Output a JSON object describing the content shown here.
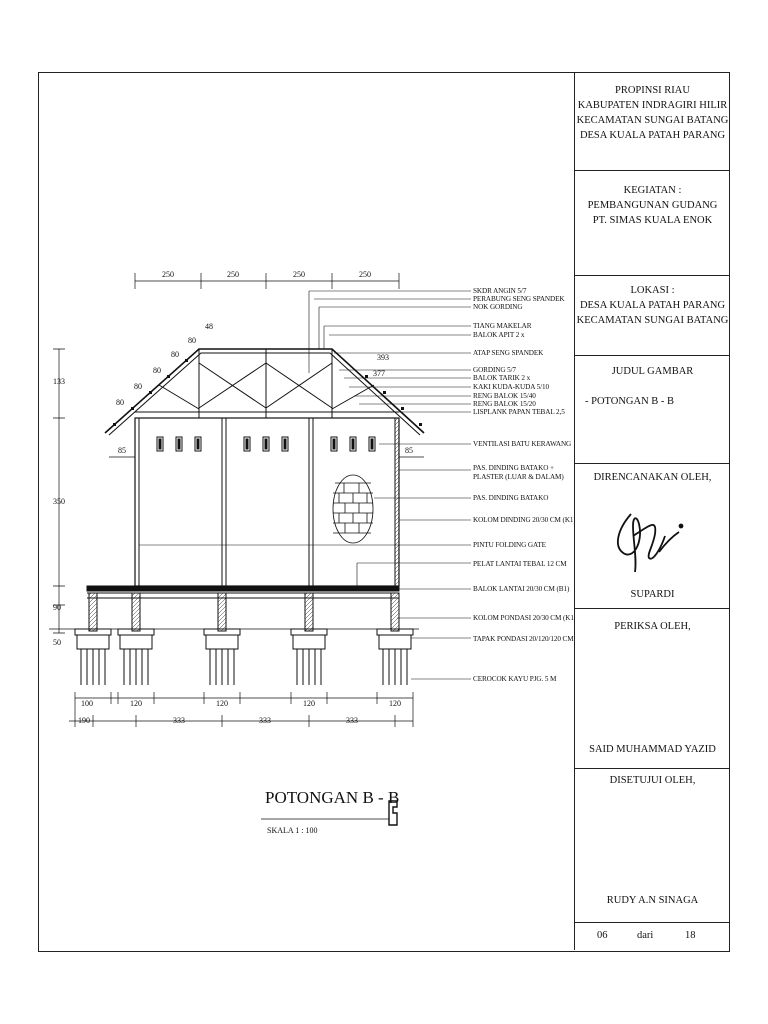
{
  "title_block": {
    "location_header": [
      "PROPINSI RIAU",
      "KABUPATEN INDRAGIRI HILIR",
      "KECAMATAN SUNGAI BATANG",
      "DESA KUALA PATAH PARANG"
    ],
    "kegiatan": [
      "KEGIATAN :",
      "PEMBANGUNAN GUDANG",
      "PT. SIMAS KUALA ENOK"
    ],
    "lokasi": [
      "LOKASI :",
      "DESA KUALA PATAH PARANG",
      "KECAMATAN SUNGAI BATANG"
    ],
    "judul_label": "JUDUL GAMBAR",
    "judul_value": "- POTONGAN B - B",
    "direncanakan_label": "DIRENCANAKAN OLEH,",
    "direncanakan_name": "SUPARDI",
    "periksa_label": "PERIKSA OLEH,",
    "periksa_name": "SAID MUHAMMAD YAZID",
    "disetujui_label": "DISETUJUI OLEH,",
    "disetujui_name": "RUDY A.N SINAGA",
    "sheet_no": "06",
    "sheet_of": "dari",
    "sheet_total": "18"
  },
  "drawing": {
    "title": "POTONGAN  B - B",
    "scale": "SKALA 1 : 100",
    "top_dims": [
      "250",
      "250",
      "250",
      "250"
    ],
    "bottom_dims_row1": [
      "100",
      "120",
      "120",
      "120",
      "120"
    ],
    "bottom_dims_row2": [
      "190",
      "333",
      "333",
      "333"
    ],
    "left_dims": [
      "133",
      "350",
      "90",
      "50"
    ],
    "roof_dims": [
      "80",
      "80",
      "80",
      "80",
      "80",
      "48"
    ],
    "side_dims": [
      "85",
      "85"
    ],
    "right_roof_dims": [
      "393",
      "377"
    ],
    "labels": [
      "SKDR ANGIN 5/7",
      "PERABUNG SENG SPANDEK",
      "NOK GORDING",
      "TIANG MAKELAR",
      "BALOK APIT 2 x",
      "ATAP SENG SPANDEK",
      "GORDING 5/7",
      "BALOK TARIK 2 x",
      "KAKI KUDA-KUDA 5/10",
      "RENG BALOK 15/40",
      "RENG BALOK 15/20",
      "LISPLANK PAPAN TEBAL 2,5",
      "VENTILASI BATU KERAWANG",
      "PAS. DINDING BATAKO +",
      "PLASTER (LUAR & DALAM)",
      "PAS. DINDING BATAKO",
      "KOLOM DINDING 20/30 CM (K1)",
      "PINTU FOLDING GATE",
      "PELAT LANTAI TEBAL 12 CM",
      "BALOK LANTAI 20/30 CM (B1)",
      "KOLOM PONDASI 20/30 CM (K1)",
      "TAPAK PONDASI 20/120/120 CM",
      "CEROCOK KAYU PJG. 5 M"
    ]
  }
}
